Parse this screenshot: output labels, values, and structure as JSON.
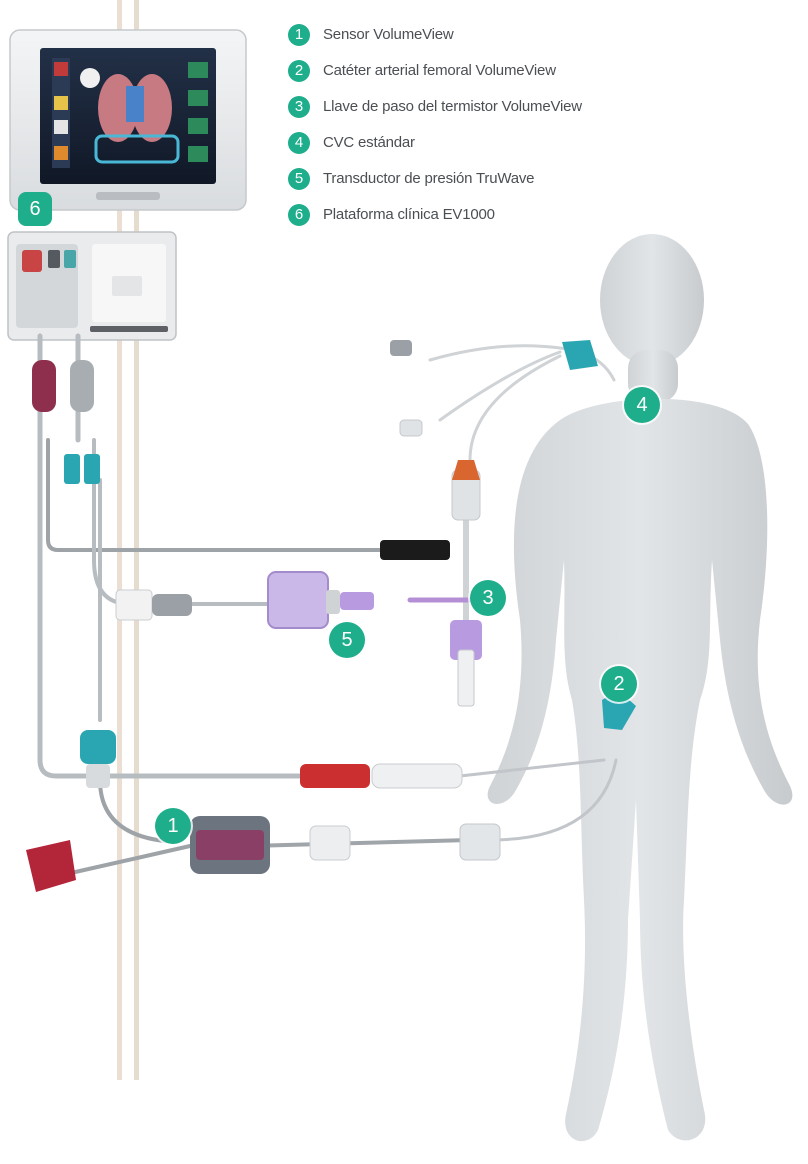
{
  "legend": {
    "items": [
      {
        "number": "1",
        "label": "Sensor VolumeView"
      },
      {
        "number": "2",
        "label": "Catéter arterial femoral VolumeView"
      },
      {
        "number": "3",
        "label": "Llave de paso del termistor VolumeView"
      },
      {
        "number": "4",
        "label": "CVC estándar"
      },
      {
        "number": "5",
        "label": "Transductor de presión TruWave"
      },
      {
        "number": "6",
        "label": "Plataforma clínica EV1000"
      }
    ]
  },
  "callouts": {
    "c1": "1",
    "c2": "2",
    "c3": "3",
    "c4": "4",
    "c5": "5",
    "c6": "6"
  },
  "colors": {
    "accent": "#1fae8b",
    "body": "#d6d9dc",
    "maroon_connector": "#8e2f4e",
    "teal_connector": "#2aa6b3",
    "red_connector": "#c0392b"
  }
}
